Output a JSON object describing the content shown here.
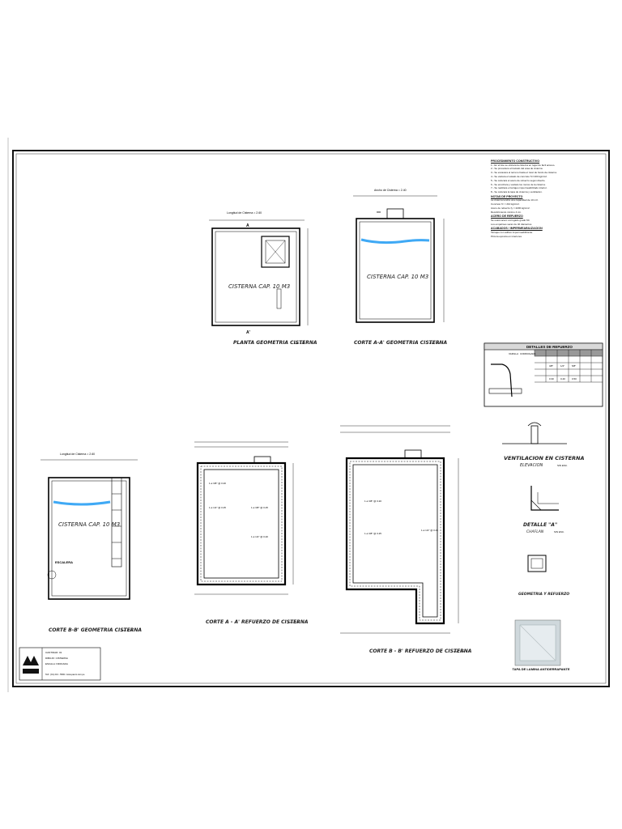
{
  "sheet": {
    "title_block": {
      "company_lines": [
        "CANTIDAD: 01",
        "DIBUJO: CISTERNA",
        "ESCALA: INDICADA"
      ],
      "footer_line": "Telf.: (01) 213 - 5500 / www.pavco.com.pe"
    },
    "notes": {
      "procedure_title": "PROCEDIMIENTO CONSTRUCTIVO",
      "procedure_items": [
        "1.- En el lote se ubicara la cisterna en lugar de facil acceso.",
        "2.- Se procedera al trazado del area de cisterna.",
        "3.- Se excavara el terreno hasta el nivel de fondo de cisterna.",
        "4.- Se vaciara el solado de concreto f'c=100 kg/cm2.",
        "5.- Se colocara el acero de refuerzo segun diseño.",
        "6.- Se encofrara y vaciara los muros de la cisterna.",
        "7.- Se realizara el tarrajeo impermeabilizado interior.",
        "8.- Se colocara la tapa de cisterna y ventilacion."
      ],
      "project_notes_title": "NOTAS DE PROYECTO",
      "project_notes_items": [
        "La cisterna tendra una capacidad de 10 m3.",
        "Concreto f'c = 210 kg/cm2.",
        "Acero de refuerzo fy = 4200 kg/cm2.",
        "Recubrimiento minimo 4 cm."
      ],
      "rebar_title": "ACERO DE REFUERZO",
      "rebar_items": [
        "Se usara acero corrugado grado 60.",
        "Los empalmes seran de 40 diametros."
      ],
      "finish_title": "ACABADOS / IMPERMEABILIZACION",
      "finish_items": [
        "Tarrajeo con aditivo impermeabilizante.",
        "Pintura epoxica en interiores."
      ],
      "rebar_details_title": "DETALLES DE REFUERZO",
      "rebar_table_header": [
        "VARILLA",
        "CORRUGADA"
      ],
      "rebar_table_rows": [
        [
          "3/8\"",
          "1/2\"",
          "5/8\""
        ],
        [
          "0.30",
          "0.40",
          "0.50"
        ]
      ]
    },
    "views": {
      "plan_title": "PLANTA GEOMETRIA CISTERNA",
      "plan_scale": "ESC. 1/25",
      "plan_label": "CISTERNA CAP. 10 M3",
      "plan_dim": "Longitud de Cisterna = 2.60",
      "section_aa_geo_title": "CORTE A-A' GEOMETRIA CISTERNA",
      "section_aa_geo_scale": "ESC. 1/25",
      "section_aa_geo_label": "CISTERNA CAP. 10 M3",
      "section_aa_geo_dim": "Ancho de Cisterna = 2.40",
      "section_bb_geo_title": "CORTE B-B' GEOMETRIA CISTERNA",
      "section_bb_geo_scale": "ESC. 1/25",
      "section_bb_geo_label": "CISTERNA CAP. 10 M3",
      "section_bb_geo_dim": "Longitud de Cisterna = 2.60",
      "section_aa_reb_title": "CORTE A - A' REFUERZO DE CISTERNA",
      "section_aa_reb_scale": "ESC. 1/25",
      "section_bb_reb_title": "CORTE B - B' REFUERZO DE CISTERNA",
      "section_bb_reb_scale": "ESC. 1/25",
      "vent_title": "VENTILACION EN CISTERNA",
      "vent_subtitle": "ELEVACION",
      "vent_scale": "SIN ESC.",
      "detail_title": "DETALLE \"A\"",
      "detail_subtitle": "CHAFLAN",
      "detail_scale": "SIN ESC.",
      "geo_title": "GEOMETRIA Y REFUERZO",
      "photo_caption": "TAPA DE LAMINA ANTIDERRAPANTE",
      "section_marker": "A'",
      "ladder_label": "ESCALERA",
      "rebar_labels": [
        "1 ø 3/8\" @ 0.20",
        "1 ø 1/2\" @ 0.25",
        "1 ø 3/8\" @ 0.25",
        "1 ø 1/2\" @ 0.20"
      ]
    }
  },
  "colors": {
    "water": "#3fa9f5",
    "line": "#000000",
    "border": "#111111"
  }
}
